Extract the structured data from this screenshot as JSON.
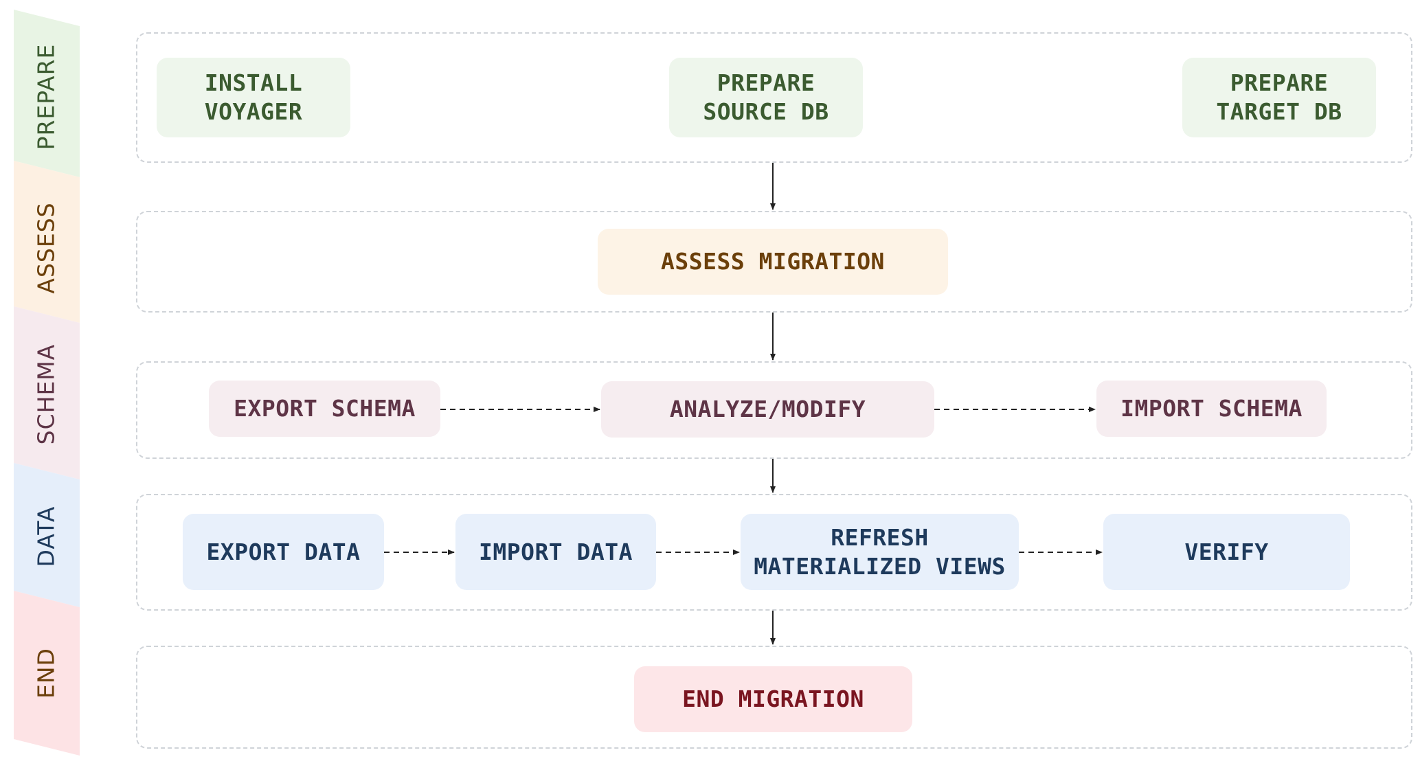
{
  "colors": {
    "prepare_band": "#e8f4e4",
    "prepare_text": "#3b5b30",
    "assess_band": "#fdf0e2",
    "assess_text": "#6b3f0a",
    "schema_band": "#f6eaee",
    "schema_text": "#5e3446",
    "data_band": "#e5eefa",
    "data_text": "#1e3a5c",
    "end_band": "#fde3e5",
    "end_text": "#6b3f0a"
  },
  "phases": [
    {
      "id": "prepare",
      "label": "PREPARE"
    },
    {
      "id": "assess",
      "label": "ASSESS"
    },
    {
      "id": "schema",
      "label": "SCHEMA"
    },
    {
      "id": "data",
      "label": "DATA"
    },
    {
      "id": "end",
      "label": "END"
    }
  ],
  "steps": {
    "install_voyager": "INSTALL\nVOYAGER",
    "prepare_source_db": "PREPARE\nSOURCE DB",
    "prepare_target_db": "PREPARE\nTARGET DB",
    "assess_migration": "ASSESS MIGRATION",
    "export_schema": "EXPORT SCHEMA",
    "analyze_modify": "ANALYZE/MODIFY",
    "import_schema": "IMPORT SCHEMA",
    "export_data": "EXPORT DATA",
    "import_data": "IMPORT DATA",
    "refresh_materialized_views": "REFRESH\nMATERIALIZED VIEWS",
    "verify": "VERIFY",
    "end_migration": "END MIGRATION"
  },
  "edges": [
    {
      "from": "prepare_source_db",
      "to": "assess_migration",
      "style": "solid"
    },
    {
      "from": "assess_migration",
      "to": "analyze_modify",
      "style": "solid"
    },
    {
      "from": "export_schema",
      "to": "analyze_modify",
      "style": "dashed"
    },
    {
      "from": "analyze_modify",
      "to": "import_schema",
      "style": "dashed"
    },
    {
      "from": "analyze_modify",
      "to": "refresh_materialized_views",
      "style": "solid"
    },
    {
      "from": "export_data",
      "to": "import_data",
      "style": "dashed"
    },
    {
      "from": "import_data",
      "to": "refresh_materialized_views",
      "style": "dashed"
    },
    {
      "from": "refresh_materialized_views",
      "to": "verify",
      "style": "dashed"
    },
    {
      "from": "refresh_materialized_views",
      "to": "end_migration",
      "style": "solid"
    }
  ]
}
